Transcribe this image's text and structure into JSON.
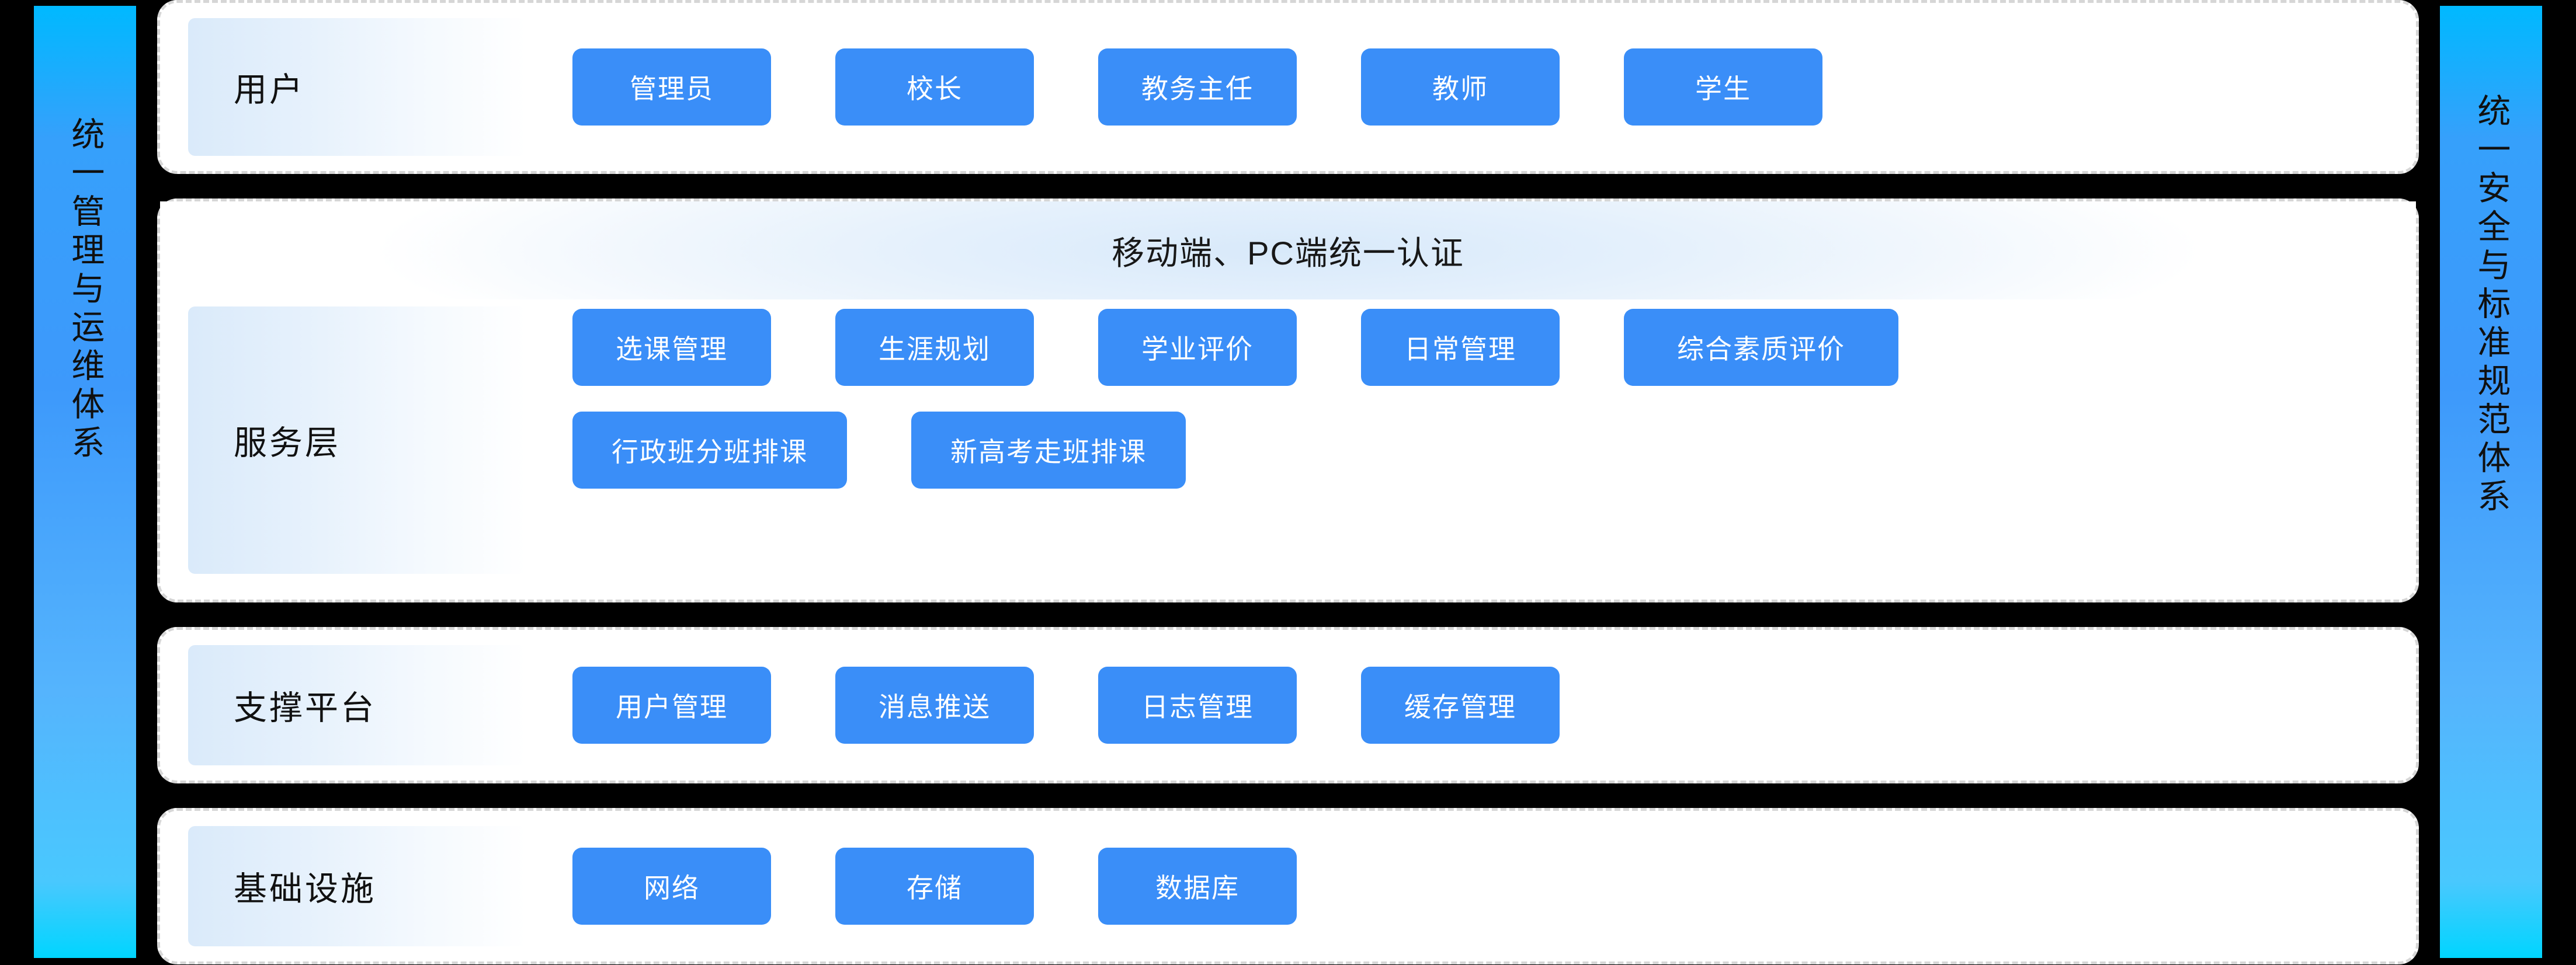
{
  "rails": {
    "left": {
      "text": "统一管理与运维体系",
      "color": "#3a9bfb"
    },
    "right": {
      "text": "统一安全与标准规范体系",
      "color": "#3a9bfb"
    }
  },
  "theme": {
    "background": "#000000",
    "card_background": "#ffffff",
    "card_border": "#d6d6d6",
    "node_fill": "#3a8ef8",
    "node_text": "#ffffff",
    "label_gradient_start": "#daeafa",
    "label_gradient_end": "#ffffff",
    "text_color": "#111111"
  },
  "layers": [
    {
      "id": "users",
      "label": "用户",
      "rows": [
        {
          "nodes": [
            "管理员",
            "校长",
            "教务主任",
            "教师",
            "学生"
          ]
        }
      ]
    },
    {
      "id": "service",
      "label": "服务层",
      "banner": "移动端、PC端统一认证",
      "rows": [
        {
          "nodes": [
            "选课管理",
            "生涯规划",
            "学业评价",
            "日常管理",
            "综合素质评价"
          ]
        },
        {
          "nodes": [
            "行政班分班排课",
            "新高考走班排课"
          ]
        }
      ]
    },
    {
      "id": "support",
      "label": "支撑平台",
      "rows": [
        {
          "nodes": [
            "用户管理",
            "消息推送",
            "日志管理",
            "缓存管理"
          ]
        }
      ]
    },
    {
      "id": "infrastructure",
      "label": "基础设施",
      "rows": [
        {
          "nodes": [
            "网络",
            "存储",
            "数据库"
          ]
        }
      ]
    }
  ]
}
